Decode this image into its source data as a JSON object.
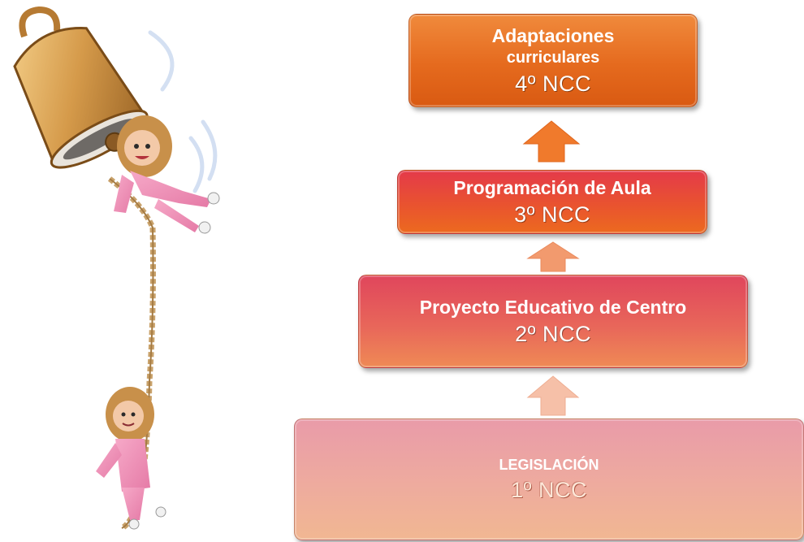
{
  "diagram": {
    "levels": [
      {
        "id": "4",
        "title": "Adaptaciones curriculares",
        "title_line1": "Adaptaciones",
        "title_line2": "curriculares",
        "ncc": "4º NCC"
      },
      {
        "id": "3",
        "title": "Programación de Aula",
        "ncc": "3º NCC"
      },
      {
        "id": "2",
        "title": "Proyecto Educativo de Centro",
        "ncc": "2º NCC"
      },
      {
        "id": "1",
        "title": "LEGISLACIÓN",
        "ncc": "1º NCC"
      }
    ],
    "colors": {
      "level4": "#e56a1e",
      "level3": "#e9532f",
      "level2": "#e8665a",
      "level1": "#eeab9e",
      "arrow4": "#f07a2c",
      "arrow3": "#f29a6e",
      "arrow2": "#f6c0a8"
    },
    "illustration": "cartoon-woman-ringing-bell"
  }
}
